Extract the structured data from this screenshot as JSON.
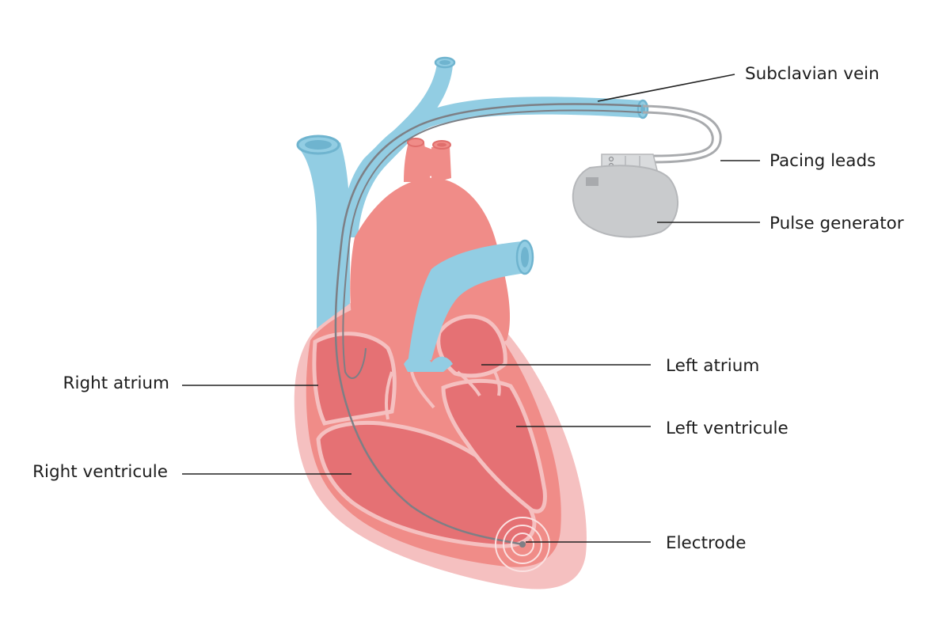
{
  "diagram": {
    "labels": {
      "subclavian_vein": "Subclavian vein",
      "pacing_leads": "Pacing leads",
      "pulse_generator": "Pulse generator",
      "left_atrium": "Left atrium",
      "left_ventricle": "Left ventricule",
      "electrode": "Electrode",
      "right_atrium": "Right atrium",
      "right_ventricle": "Right ventricule"
    }
  },
  "colors": {
    "vein_blue": "#92cde3",
    "vein_blue_dark": "#6fb4cf",
    "heart_outer": "#f5c0c0",
    "heart_wall": "#f08c88",
    "heart_chamber": "#e57174",
    "generator_gray": "#c9cbcd",
    "lead_gray": "#a8aaad",
    "text": "#1d1d1d"
  }
}
